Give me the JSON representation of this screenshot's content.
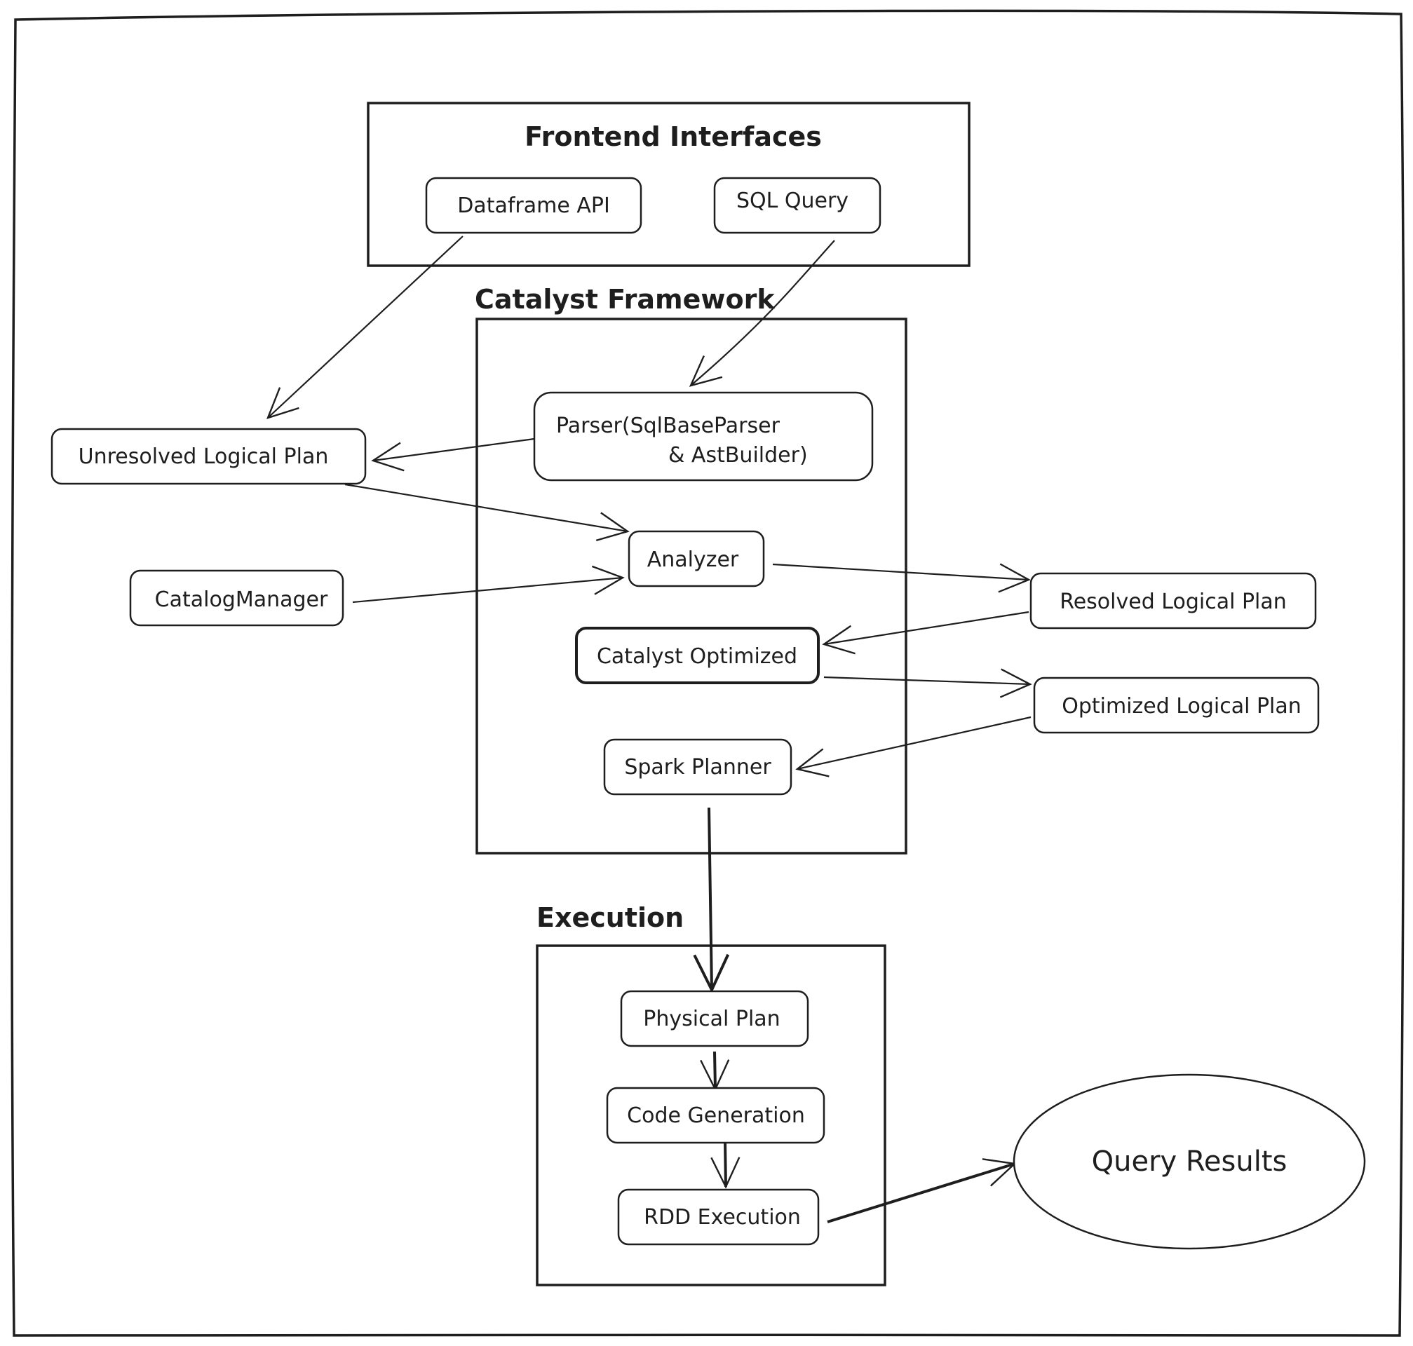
{
  "groups": {
    "frontend": {
      "title": "Frontend Interfaces"
    },
    "catalyst": {
      "title": "Catalyst Framework"
    },
    "execution": {
      "title": "Execution"
    }
  },
  "nodes": {
    "dataframe_api": "Dataframe API",
    "sql_query": "SQL Query",
    "parser_line1": "Parser(SqlBaseParser",
    "parser_line2": "& AstBuilder)",
    "unresolved_logical_plan": "Unresolved Logical Plan",
    "analyzer": "Analyzer",
    "catalog_manager": "CatalogManager",
    "resolved_logical_plan": "Resolved Logical Plan",
    "catalyst_optimized": "Catalyst Optimized",
    "optimized_logical_plan": "Optimized Logical Plan",
    "spark_planner": "Spark Planner",
    "physical_plan": "Physical Plan",
    "code_generation": "Code Generation",
    "rdd_execution": "RDD Execution",
    "query_results": "Query Results"
  },
  "colors": {
    "stroke": "#1e1e1e",
    "background": "#ffffff"
  }
}
